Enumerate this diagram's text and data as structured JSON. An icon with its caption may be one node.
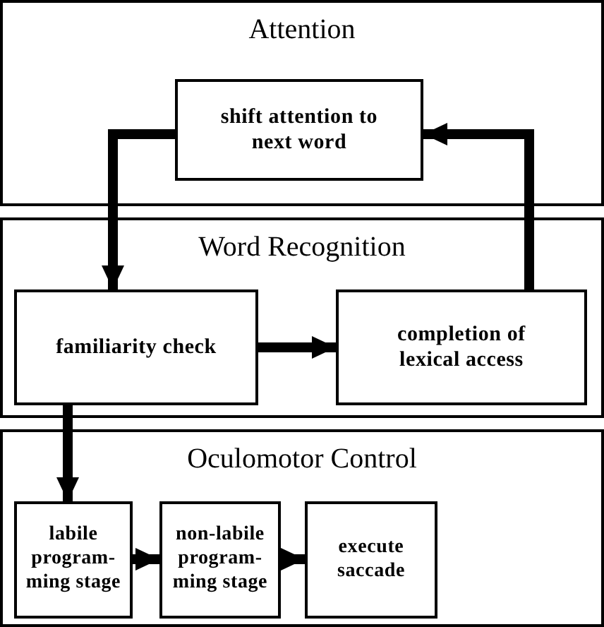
{
  "diagram": {
    "nodes": [
      {
        "text": [
          "Attention"
        ]
      },
      {
        "text": [
          "shift attention to next word"
        ],
        "in": 0
      },
      {
        "text": [
          "Word Recognition"
        ]
      },
      {
        "text": [
          "familiarity check"
        ],
        "in": 2
      },
      {
        "text": [
          "completion of lexical access"
        ],
        "in": 2
      },
      {
        "text": [
          "Oculomotor Control"
        ]
      },
      {
        "text": [
          "labile program-ming stage"
        ],
        "in": 5
      },
      {
        "text": [
          "non-labile program-ming stage"
        ],
        "in": 5
      },
      {
        "text": [
          "execute saccade"
        ],
        "in": 5
      }
    ],
    "edges": [
      {
        "from": 1,
        "to": 3,
        "arrow": "to"
      },
      {
        "from": 4,
        "to": 1,
        "arrow": "to"
      },
      {
        "from": 3,
        "to": 4,
        "arrow": "to"
      },
      {
        "from": 3,
        "to": 6,
        "arrow": "to"
      },
      {
        "from": 6,
        "to": 7,
        "arrow": "to"
      },
      {
        "from": 7,
        "to": 8,
        "arrow": "to"
      }
    ]
  }
}
